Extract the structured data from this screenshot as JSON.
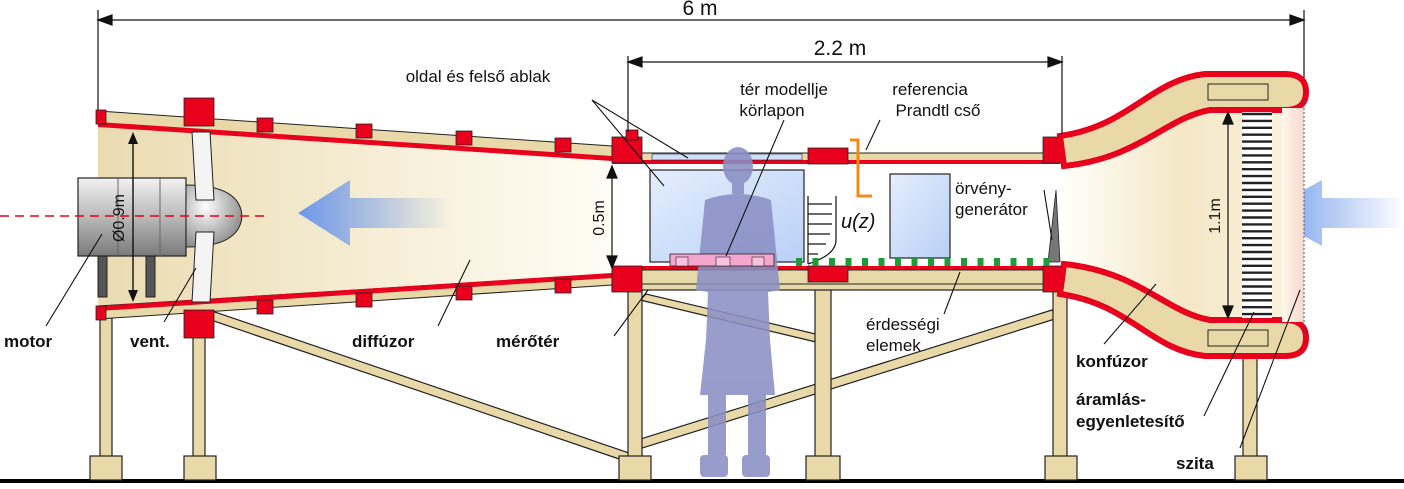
{
  "dimensions": {
    "total_length": "6 m",
    "test_section_length": "2.2 m",
    "test_section_height": "0.5m",
    "fan_diameter": "Ø0.9m",
    "contraction_inlet": "1.1m"
  },
  "labels": {
    "windows": "oldal és felső ablak",
    "model_line1": "tér modellje",
    "model_line2": "körlapon",
    "reference_line1": "referencia",
    "reference_line2": "Prandtl cső",
    "profile": "u(z)",
    "vortex_line1": "örvény-",
    "vortex_line2": "generátor",
    "roughness_line1": "érdességi",
    "roughness_line2": "elemek"
  },
  "components": {
    "motor": "motor",
    "fan": "vent.",
    "diffuser": "diffúzor",
    "test_section": "mérőtér",
    "contraction": "konfúzor",
    "straightener_line1": "áramlás-",
    "straightener_line2": "egyenletesítő",
    "screen": "szita"
  },
  "colors": {
    "frame_red": "#e8001c",
    "wall_tan": "#ead9a8",
    "air_blue": "#7fa8ee",
    "window_blue": "#cfe0fb",
    "person": "#8a8fc4",
    "roughness_green": "#1f9b3a",
    "pitot_orange": "#f08a1a"
  }
}
